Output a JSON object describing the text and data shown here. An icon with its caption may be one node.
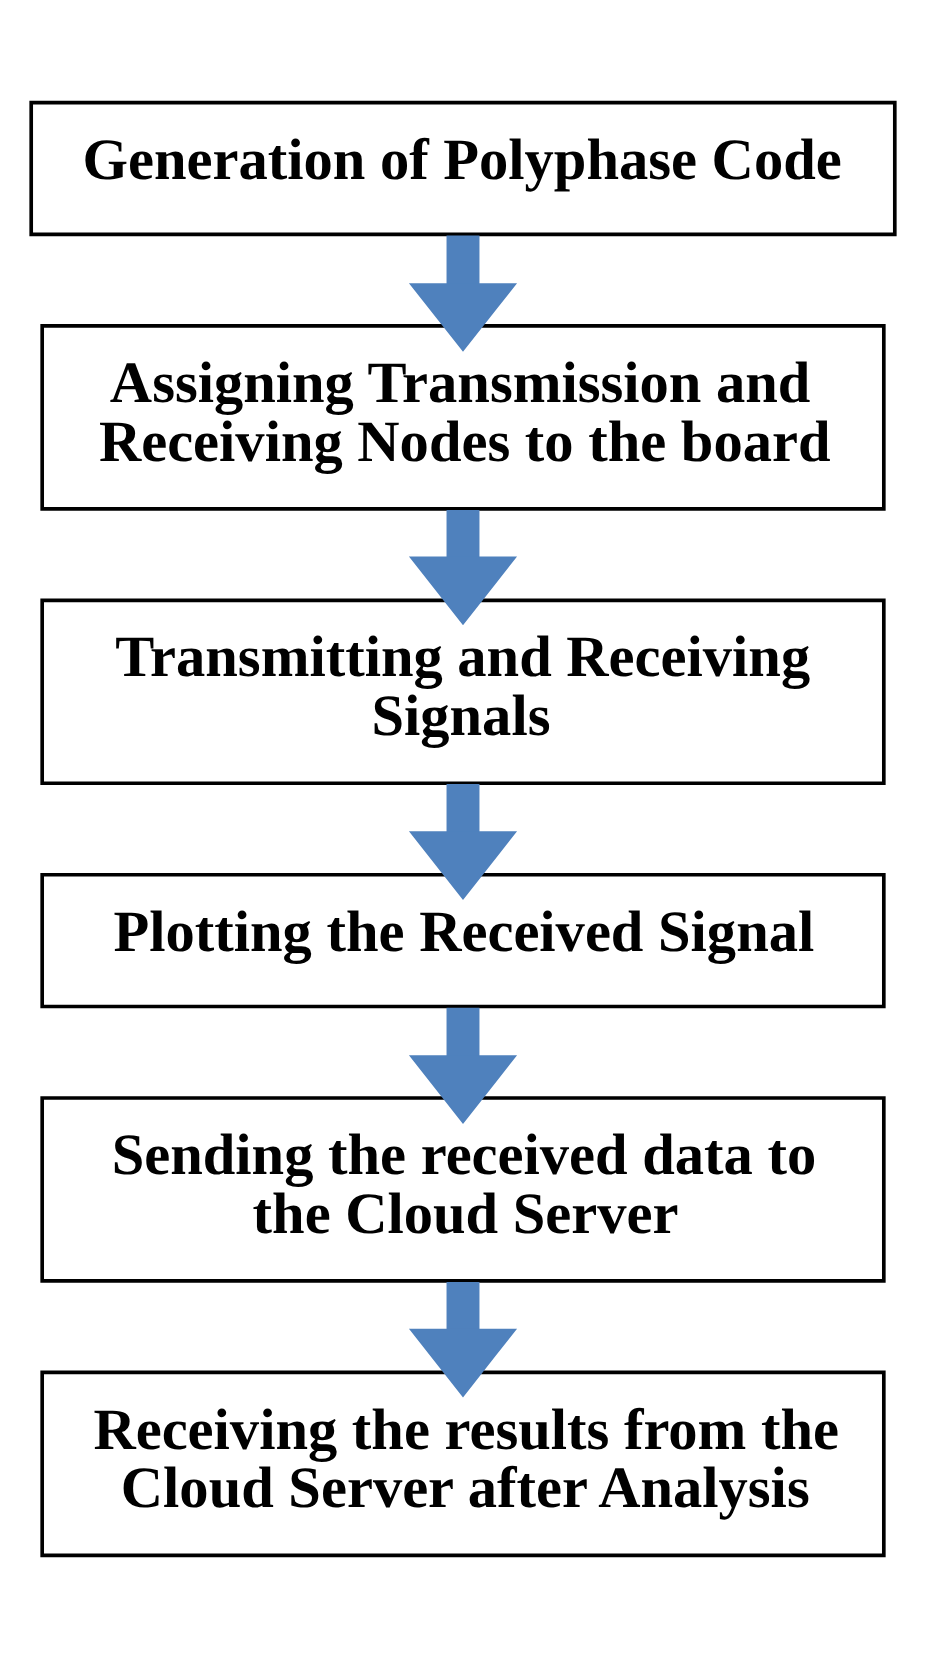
{
  "diagram": {
    "nodes": [
      {
        "text": [
          "Generation of Polyphase Code"
        ]
      },
      {
        "text": [
          "Assigning Transmission and Receiving Nodes to the board"
        ]
      },
      {
        "text": [
          "Transmitting and Receiving Signals"
        ]
      },
      {
        "text": [
          "Plotting the Received Signal"
        ]
      },
      {
        "text": [
          "Sending the received data to the Cloud Server"
        ]
      },
      {
        "text": [
          "Receiving the results from the Cloud Server after Analysis"
        ]
      }
    ],
    "edges": [
      {
        "from": 0,
        "to": 1,
        "arrow": "to"
      },
      {
        "from": 1,
        "to": 2,
        "arrow": "to"
      },
      {
        "from": 2,
        "to": 3,
        "arrow": "to"
      },
      {
        "from": 3,
        "to": 4,
        "arrow": "to"
      },
      {
        "from": 4,
        "to": 5,
        "arrow": "to"
      }
    ]
  }
}
